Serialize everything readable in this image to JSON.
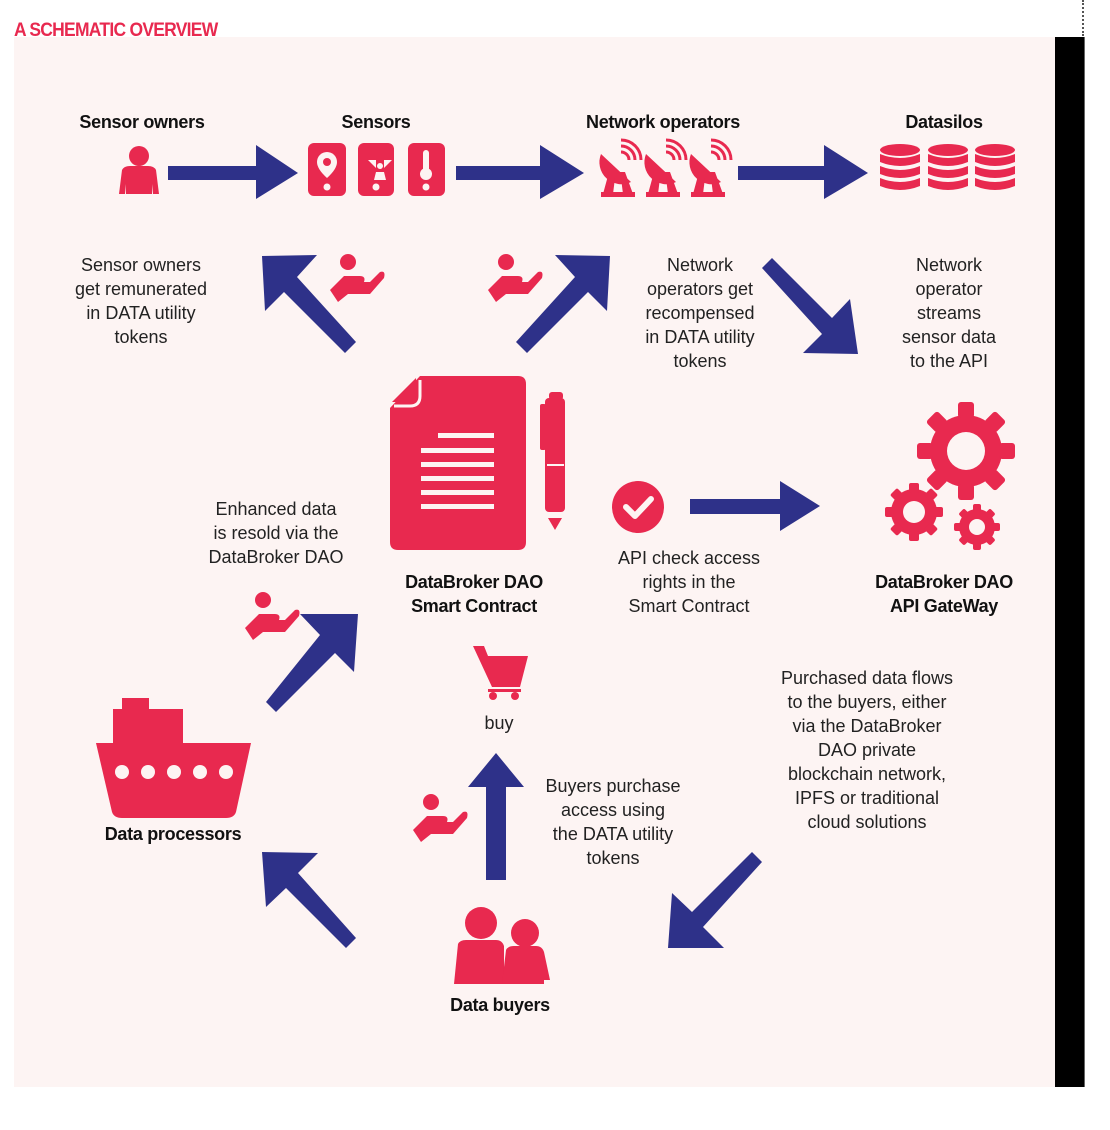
{
  "title": "A SCHEMATIC OVERVIEW",
  "colors": {
    "accent": "#e8294f",
    "arrow": "#2e3189",
    "panel": "#fdf4f3",
    "text": "#111111"
  },
  "nodes": {
    "sensor_owners": {
      "label": "Sensor owners",
      "icon": "person-icon"
    },
    "sensors": {
      "label": "Sensors",
      "icons": [
        "location-pin-sensor-icon",
        "radiation-sensor-icon",
        "thermometer-sensor-icon"
      ]
    },
    "network_operators": {
      "label": "Network operators",
      "icons": [
        "satellite-dish-icon",
        "satellite-dish-icon",
        "satellite-dish-icon"
      ]
    },
    "datasilos": {
      "label": "Datasilos",
      "icons": [
        "database-icon",
        "database-icon",
        "database-icon"
      ]
    },
    "smart_contract": {
      "label_line1": "DataBroker DAO",
      "label_line2": "Smart Contract",
      "icon": "contract-document-pen-icon"
    },
    "api_gateway": {
      "label_line1": "DataBroker DAO",
      "label_line2": "API GateWay",
      "icon": "gears-icon"
    },
    "data_processors": {
      "label": "Data processors",
      "icon": "ship-icon"
    },
    "data_buyers": {
      "label": "Data buyers",
      "icon": "people-icon"
    },
    "buy": {
      "label": "buy",
      "icon": "shopping-cart-icon"
    }
  },
  "annotations": {
    "sensor_owners_paid": [
      "Sensor owners",
      "get remunerated",
      "in DATA utility",
      "tokens"
    ],
    "network_operators_paid": [
      "Network",
      "operators get",
      "recompensed",
      "in DATA utility",
      "tokens"
    ],
    "operator_streams": [
      "Network",
      "operator",
      "streams",
      "sensor data",
      "to the API"
    ],
    "enhanced_data": [
      "Enhanced data",
      "is resold via the",
      "DataBroker DAO"
    ],
    "api_check": [
      "API check access",
      "rights in the",
      "Smart Contract"
    ],
    "purchased_flows": [
      "Purchased data flows",
      "to the buyers, either",
      "via the DataBroker",
      "DAO private",
      "blockchain network,",
      "IPFS or traditional",
      "cloud solutions"
    ],
    "buyers_purchase": [
      "Buyers purchase",
      "access using",
      "the DATA utility",
      "tokens"
    ]
  },
  "edges": [
    {
      "from": "Sensor owners",
      "to": "Sensors"
    },
    {
      "from": "Sensors",
      "to": "Network operators"
    },
    {
      "from": "Network operators",
      "to": "Datasilos"
    },
    {
      "from": "Smart Contract",
      "to": "Sensor owners",
      "note": "payment"
    },
    {
      "from": "Smart Contract",
      "to": "Network operators",
      "note": "payment"
    },
    {
      "from": "Network operators",
      "to": "API GateWay"
    },
    {
      "from": "Smart Contract",
      "to": "API GateWay",
      "note": "access check"
    },
    {
      "from": "Data processors",
      "to": "Smart Contract",
      "note": "payment"
    },
    {
      "from": "Data buyers",
      "to": "Smart Contract",
      "note": "buy / payment"
    },
    {
      "from": "API GateWay",
      "to": "Data buyers"
    },
    {
      "from": "Data buyers",
      "to": "Data processors"
    }
  ]
}
